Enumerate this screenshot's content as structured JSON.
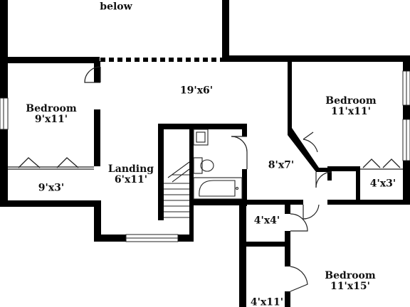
{
  "colors": {
    "wall": "#000000",
    "line": "#222222",
    "background": "#ffffff"
  },
  "rooms": {
    "below": {
      "name": "below"
    },
    "bedroom_west": {
      "name": "Bedroom",
      "size": "9'x11'"
    },
    "closet_west": {
      "size": "9'x3'"
    },
    "landing": {
      "name": "Landing",
      "size": "6'x11'"
    },
    "upper_hall": {
      "size": "19'x6'"
    },
    "bedroom_east": {
      "name": "Bedroom",
      "size": "11'x11'"
    },
    "hall": {
      "size": "8'x7'"
    },
    "closet_east": {
      "size": "4'x3'"
    },
    "closet_mid": {
      "size": "4'x4'"
    },
    "closet_lower": {
      "size": "4'x11'"
    },
    "bedroom_southeast": {
      "name": "Bedroom",
      "size": "11'x15'"
    }
  }
}
